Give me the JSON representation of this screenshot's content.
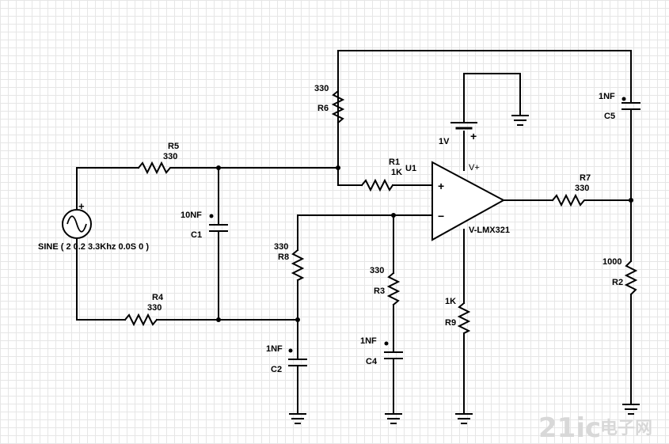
{
  "components": {
    "source": {
      "label": "SINE ( 2 0.2 3.3Khz 0.0S 0 )"
    },
    "r1": {
      "name": "R1",
      "value": "1K"
    },
    "r2": {
      "name": "R2",
      "value": "1000"
    },
    "r3": {
      "name": "R3",
      "value": "330"
    },
    "r4": {
      "name": "R4",
      "value": "330"
    },
    "r5": {
      "name": "R5",
      "value": "330"
    },
    "r6": {
      "name": "R6",
      "value": "330"
    },
    "r7": {
      "name": "R7",
      "value": "330"
    },
    "r8": {
      "name": "R8",
      "value": "330"
    },
    "r9": {
      "name": "R9",
      "value": "1K"
    },
    "c1": {
      "name": "C1",
      "value": "10NF"
    },
    "c2": {
      "name": "C2",
      "value": "1NF"
    },
    "c4": {
      "name": "C4",
      "value": "1NF"
    },
    "c5": {
      "name": "C5",
      "value": "1NF"
    },
    "u1": {
      "name": "U1",
      "model": "V-LMX321",
      "vplus": "V+",
      "plus": "+",
      "minus": "−"
    },
    "battery": {
      "value": "1V",
      "plus": "+"
    }
  },
  "watermark": {
    "brand": "21ic",
    "cn": "电子网"
  }
}
